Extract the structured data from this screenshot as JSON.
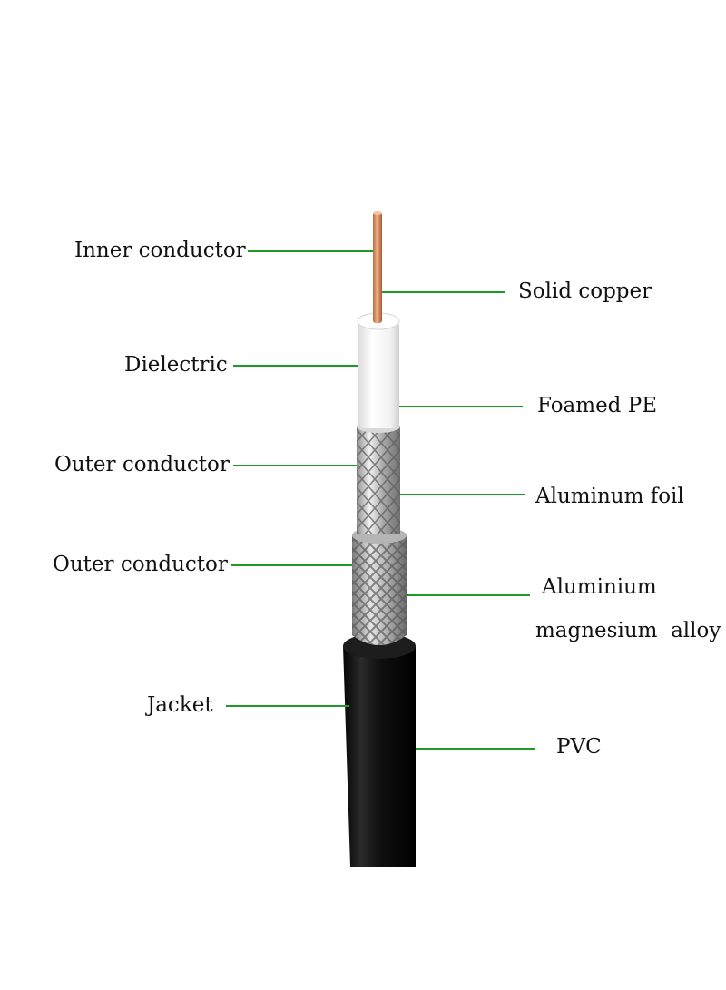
{
  "diagram": {
    "colors": {
      "leader_line": "#1e9a2a",
      "copper": "#d98a5a",
      "dielectric": "#f4f4f4",
      "foil": "#c8c8c8",
      "braid": "#b8b8b8",
      "jacket": "#141414",
      "text": "#111111"
    },
    "left_labels": {
      "inner_conductor": "Inner conductor",
      "dielectric": "Dielectric",
      "outer_conductor_foil": "Outer conductor",
      "outer_conductor_braid": "Outer conductor",
      "jacket": "Jacket"
    },
    "right_labels": {
      "solid_copper": "Solid copper",
      "foamed_pe": "Foamed PE",
      "aluminum_foil": "Aluminum foil",
      "alloy_line1": "Aluminium",
      "alloy_line2": "magnesium  alloy",
      "pvc": "PVC"
    }
  }
}
